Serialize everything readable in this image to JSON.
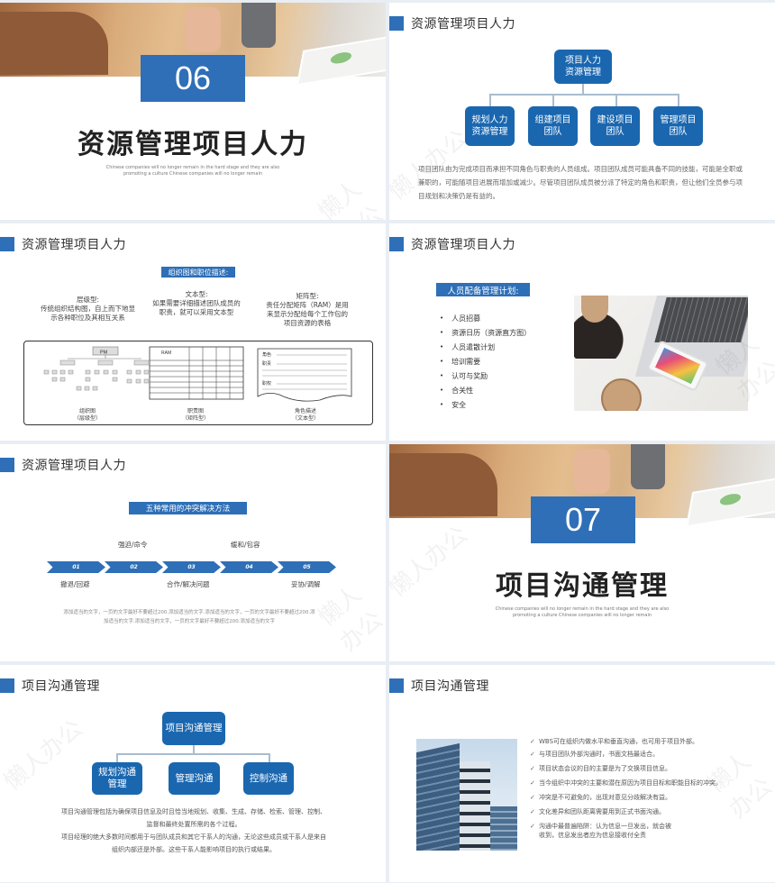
{
  "theme": {
    "accent": "#2e6fb7",
    "box_blue": "#1a67b0",
    "gutter": "#e8eef4"
  },
  "watermark": "懒人办公",
  "slides": [
    {
      "type": "cover",
      "number": "06",
      "title": "资源管理项目人力",
      "subtitle_line1": "Chinese  companies  will no longer remain in the hard stage and they are also",
      "subtitle_line2": "promoting a culture Chinese  companies  will no longer remain"
    },
    {
      "type": "org-chart",
      "header": "资源管理项目人力",
      "root": "项目人力\n资源管理",
      "children": [
        "规划人力\n资源管理",
        "组建项目\n团队",
        "建设项目\n团队",
        "管理项目\n团队"
      ],
      "paragraph": "项目团队由为完成项目而承担不同角色与职责的人员组成。项目团队成员可能具备不同的技能，可能是全职或兼职的，可能随项目进展而增加或减少。尽管项目团队成员被分派了特定的角色和职责，但让他们全员参与项目规划和决策仍是有益的。"
    },
    {
      "type": "org-formats",
      "header": "资源管理项目人力",
      "tag": "组织图和职位描述:",
      "columns": [
        {
          "title": "层级型:",
          "text": "传统组织结构图，自上而下地显示各种职位及其相互关系",
          "caption1": "组织图",
          "caption2": "（层级型）"
        },
        {
          "title": "文本型:",
          "text": "如果需要详细描述团队成员的职责，就可以采用文本型",
          "caption1": "职责图",
          "caption2": "（矩阵型）"
        },
        {
          "title": "矩阵型:",
          "text": "责任分配矩阵（RAM）是用来显示分配给每个工作包的项目资源的表格",
          "caption1": "角色描述",
          "caption2": "（文本型）"
        }
      ],
      "diagram": {
        "pm_label": "PM",
        "ram_label": "RAM",
        "doc_fields": [
          "角色",
          "职责",
          "职权"
        ]
      }
    },
    {
      "type": "bullet-list",
      "header": "资源管理项目人力",
      "tag": "人员配备管理计划:",
      "items": [
        "人员招募",
        "资源日历（资源直方图）",
        "人员遣散计划",
        "培训需要",
        "认可与奖励",
        "合关性",
        "安全"
      ]
    },
    {
      "type": "process",
      "header": "资源管理项目人力",
      "tag": "五种常用的冲突解决方法",
      "steps": [
        "01",
        "02",
        "03",
        "04",
        "05"
      ],
      "labels_top": [
        "强迫/命令",
        "缓和/包容"
      ],
      "labels_bottom": [
        "撤退/回避",
        "合作/解决问题",
        "妥协/调解"
      ],
      "footnote_line1": "添加适当的文字，一页的文字最好不要超过200.添加适当的文字.添加适当的文字，一页的文字最好不要超过200.添",
      "footnote_line2": "加适当的文字.添加适当的文字，一页的文字最好不要超过200.添加适当的文字"
    },
    {
      "type": "cover",
      "number": "07",
      "title": "项目沟通管理",
      "subtitle_line1": "Chinese  companies  will no longer remain in the hard stage and they are also",
      "subtitle_line2": "promoting a culture Chinese  companies  will no longer remain"
    },
    {
      "type": "org-chart",
      "header": "项目沟通管理",
      "root": "项目沟通管理",
      "children": [
        "规划沟通\n管理",
        "管理沟通",
        "控制沟通"
      ],
      "paragraph_line1": "项目沟通管理包括为确保项目信息及时且恰当地规划、收集、生成、存储、检索、管理、控制、",
      "paragraph_line2": "监督和最终处置所需的各个过程。",
      "paragraph_line3": "项目经理的绝大多数时间都用于与团队成员和其它干系人的沟通，无论这些成员或干系人是来自",
      "paragraph_line4": "组织内部还是外部。这些干系人能影响项目的执行或结果。"
    },
    {
      "type": "checklist",
      "header": "项目沟通管理",
      "check_icon": "✓",
      "items": [
        "WBS可在组织内做水平和垂直沟通，也可用于项目外部。",
        "与项目团队外部沟通时，书面文档最适合。",
        "项目状态会议的目的主要是为了交换项目信息。",
        "当今组织中冲突的主要和潜在原因为项目目标和职能目标的冲突。",
        "冲突是不可避免的，出现对意见分歧解决有益。",
        "文化差异和团队距离需要用到正式书面沟通。",
        "沟通中最普遍陷阱：认为信息一旦发出，就会被收到，信息发出者应为信息接收付全责"
      ]
    }
  ]
}
